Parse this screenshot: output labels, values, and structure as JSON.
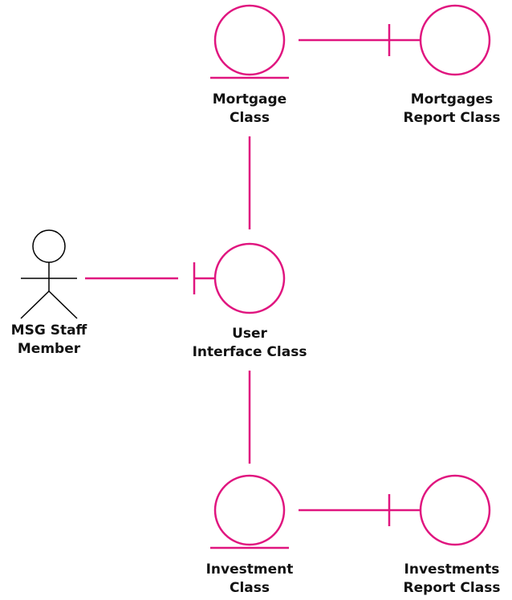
{
  "colors": {
    "relation": "#e0157f",
    "actor": "#000000",
    "text": "#111111"
  },
  "nodes": {
    "mortgage_class": {
      "kind": "entity",
      "icon": "entity-icon",
      "label_lines": [
        "Mortgage",
        "Class"
      ]
    },
    "mortgages_report_class": {
      "kind": "boundary",
      "icon": "boundary-icon",
      "label_lines": [
        "Mortgages",
        "Report Class"
      ]
    },
    "msg_staff_member": {
      "kind": "actor",
      "icon": "stick-figure-icon",
      "label_lines": [
        "MSG Staff",
        "Member"
      ]
    },
    "user_interface_class": {
      "kind": "boundary",
      "icon": "boundary-icon",
      "label_lines": [
        "User",
        "Interface Class"
      ]
    },
    "investment_class": {
      "kind": "entity",
      "icon": "entity-icon",
      "label_lines": [
        "Investment",
        "Class"
      ]
    },
    "investments_report_class": {
      "kind": "boundary",
      "icon": "boundary-icon",
      "label_lines": [
        "Investments",
        "Report Class"
      ]
    }
  },
  "edges": [
    {
      "from": "Mortgage Class",
      "to": "Mortgages Report Class"
    },
    {
      "from": "Mortgage Class",
      "to": "User Interface Class"
    },
    {
      "from": "MSG Staff Member",
      "to": "User Interface Class"
    },
    {
      "from": "User Interface Class",
      "to": "Investment Class"
    },
    {
      "from": "Investment Class",
      "to": "Investments Report Class"
    }
  ]
}
